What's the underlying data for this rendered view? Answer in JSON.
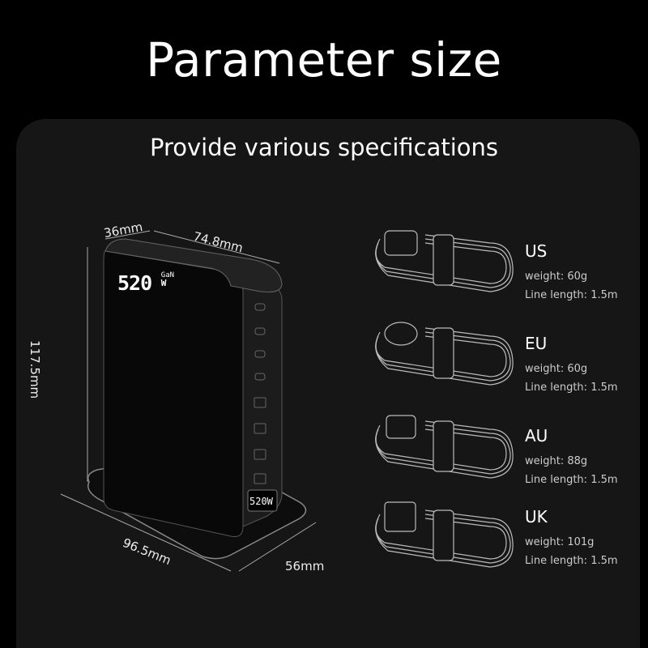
{
  "title": "Parameter size",
  "subtitle": "Provide various specifications",
  "dimensions": {
    "depth": "36mm",
    "width": "74.8mm",
    "height": "117.5mm",
    "base_width": "96.5mm",
    "base_depth": "56mm"
  },
  "charger": {
    "badge_number": "520",
    "badge_unit_top": "GaN",
    "badge_unit_bottom": "W",
    "display": "520W"
  },
  "plugs": [
    {
      "region": "US",
      "weight_label": "weight:",
      "weight": "60g",
      "length_label": "Line length:",
      "length": "1.5m"
    },
    {
      "region": "EU",
      "weight_label": "weight:",
      "weight": "60g",
      "length_label": "Line length:",
      "length": "1.5m"
    },
    {
      "region": "AU",
      "weight_label": "weight:",
      "weight": "88g",
      "length_label": "Line length:",
      "length": "1.5m"
    },
    {
      "region": "UK",
      "weight_label": "weight:",
      "weight": "101g",
      "length_label": "Line length:",
      "length": "1.5m"
    }
  ]
}
